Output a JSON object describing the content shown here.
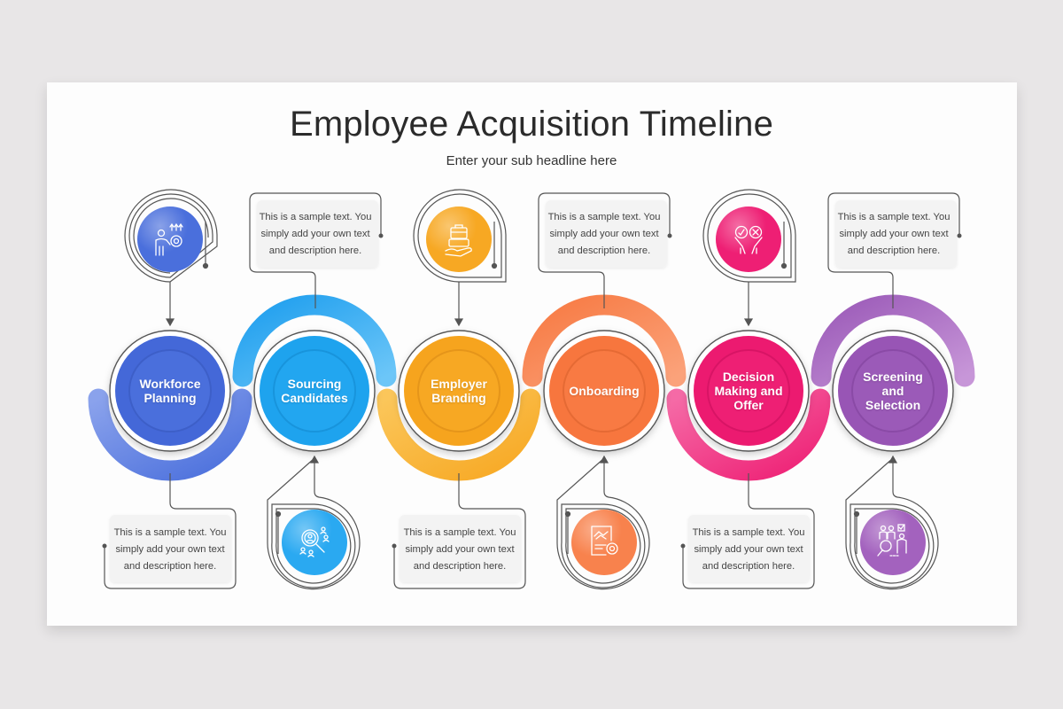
{
  "slide": {
    "title": "Employee Acquisition Timeline",
    "subtitle": "Enter your sub headline here"
  },
  "colors": {
    "background": "#e8e6e7",
    "slide": "#fdfdfd",
    "outline": "#555555",
    "workforce": "#4a6fdc",
    "sourcing": "#22a6f0",
    "branding": "#f7a823",
    "onboarding": "#f87a43",
    "decision": "#ee1f74",
    "screening": "#9b5ab8"
  },
  "stages": [
    {
      "label": "Workforce Planning",
      "lines": [
        "Workforce",
        "Planning"
      ],
      "icon": "person-gear-growth-icon",
      "color": "#4a6fdc",
      "arc": "bottom",
      "icon_position": "top",
      "description": [
        "This is a sample text. You",
        "simply add your own text",
        "and description here."
      ]
    },
    {
      "label": "Sourcing Candidates",
      "lines": [
        "Sourcing",
        "Candidates"
      ],
      "icon": "candidate-search-icon",
      "color": "#22a6f0",
      "arc": "top",
      "icon_position": "bottom",
      "description": [
        "This is a sample text. You",
        "simply add your own text",
        "and description here."
      ]
    },
    {
      "label": "Employer Branding",
      "lines": [
        "Employer",
        "Branding"
      ],
      "icon": "briefcase-hand-icon",
      "color": "#f7a823",
      "arc": "bottom",
      "icon_position": "top",
      "description": [
        "This is a sample text. You",
        "simply add your own text",
        "and description here."
      ]
    },
    {
      "label": "Onboarding",
      "lines": [
        "Onboarding"
      ],
      "icon": "handshake-contract-icon",
      "color": "#f87a43",
      "arc": "top",
      "icon_position": "bottom",
      "description": [
        "This is a sample text. You",
        "simply add your own text",
        "and description here."
      ]
    },
    {
      "label": "Decision Making and Offer",
      "lines": [
        "Decision",
        "Making and",
        "Offer"
      ],
      "icon": "decision-hands-icon",
      "color": "#ee1f74",
      "arc": "bottom",
      "icon_position": "top",
      "description": [
        "This is a sample text. You",
        "simply add your own text",
        "and description here."
      ]
    },
    {
      "label": "Screening and Selection",
      "lines": [
        "Screening",
        "and",
        "Selection"
      ],
      "icon": "candidate-screening-icon",
      "color": "#9b5ab8",
      "arc": "top",
      "icon_position": "bottom",
      "description": [
        "This is a sample text. You",
        "simply add your own text",
        "and description here."
      ]
    }
  ]
}
